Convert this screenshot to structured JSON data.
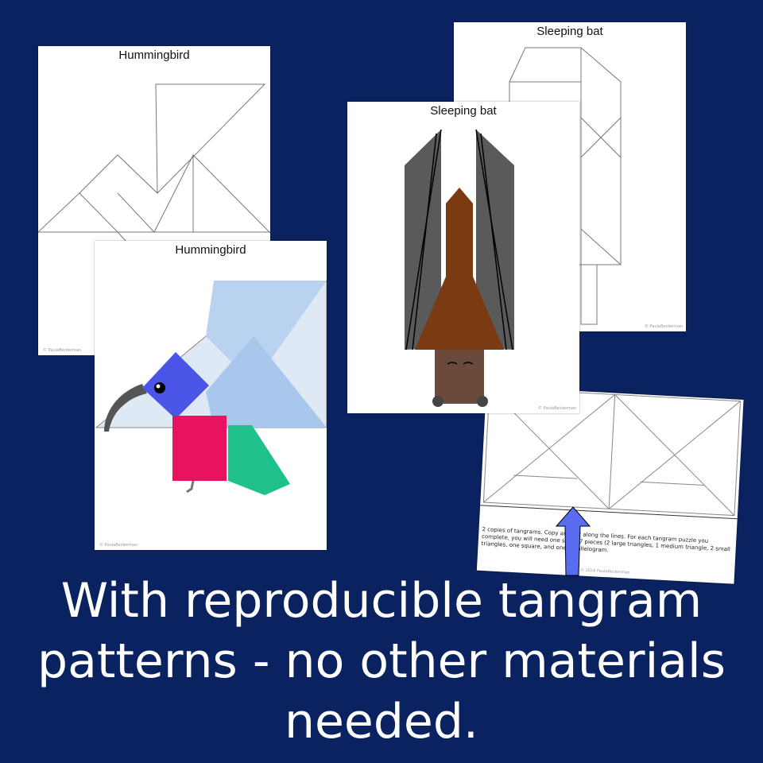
{
  "cards": {
    "hummingbird_outline": {
      "title": "Hummingbird",
      "footer": "© PaulaBeckerman"
    },
    "hummingbird_color": {
      "title": "Hummingbird",
      "footer": "© PaulaBeckerman"
    },
    "bat_outline": {
      "title": "Sleeping bat",
      "footer": "© PaulaBeckerman"
    },
    "bat_color": {
      "title": "Sleeping bat",
      "footer": "© PaulaBeckerman"
    },
    "tangram_sheet": {
      "instructions": "2 copies of tangrams. Copy and cut along the lines. For each tangram puzzle you complete, you will need one set of 7 pieces (2 large triangles, 1 medium triangle, 2 small triangles, one square, and one parallelogram.",
      "footer": "© 2016 PaulaBeckerman"
    }
  },
  "caption": "With reproducible tangram patterns - no other materials needed.",
  "colors": {
    "background": "#0b2260",
    "arrow": "#5a6cf0",
    "bird_head": "#4a55e8",
    "bird_body": "#e8135e",
    "bird_tail": "#1fc08c",
    "bird_wing": "#b8d2f0",
    "bat_wing": "#5a5a5a",
    "bat_body": "#7a3a12"
  }
}
